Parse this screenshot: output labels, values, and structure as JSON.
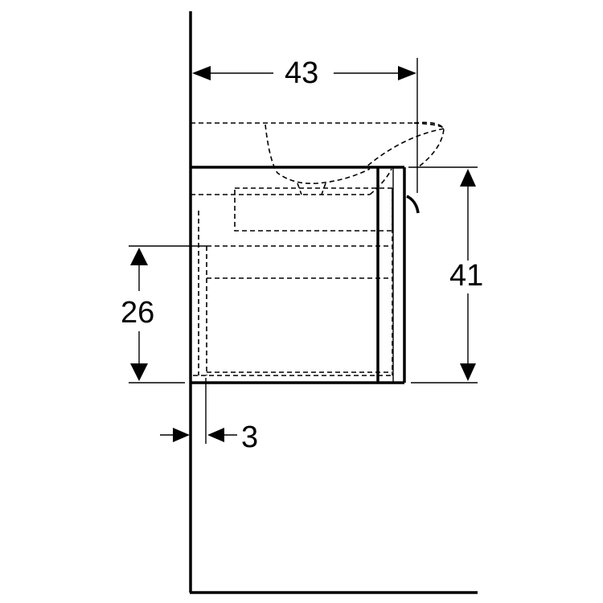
{
  "drawing": {
    "type": "technical side-view dimension drawing",
    "unit_note": "",
    "colors": {
      "line": "#000000",
      "background": "#ffffff"
    }
  },
  "dimensions": {
    "depth": {
      "value": "43",
      "orientation": "horizontal"
    },
    "total_height": {
      "value": "41",
      "orientation": "vertical"
    },
    "drawer_height": {
      "value": "26",
      "orientation": "vertical"
    },
    "wall_gap": {
      "value": "3",
      "orientation": "horizontal"
    }
  }
}
